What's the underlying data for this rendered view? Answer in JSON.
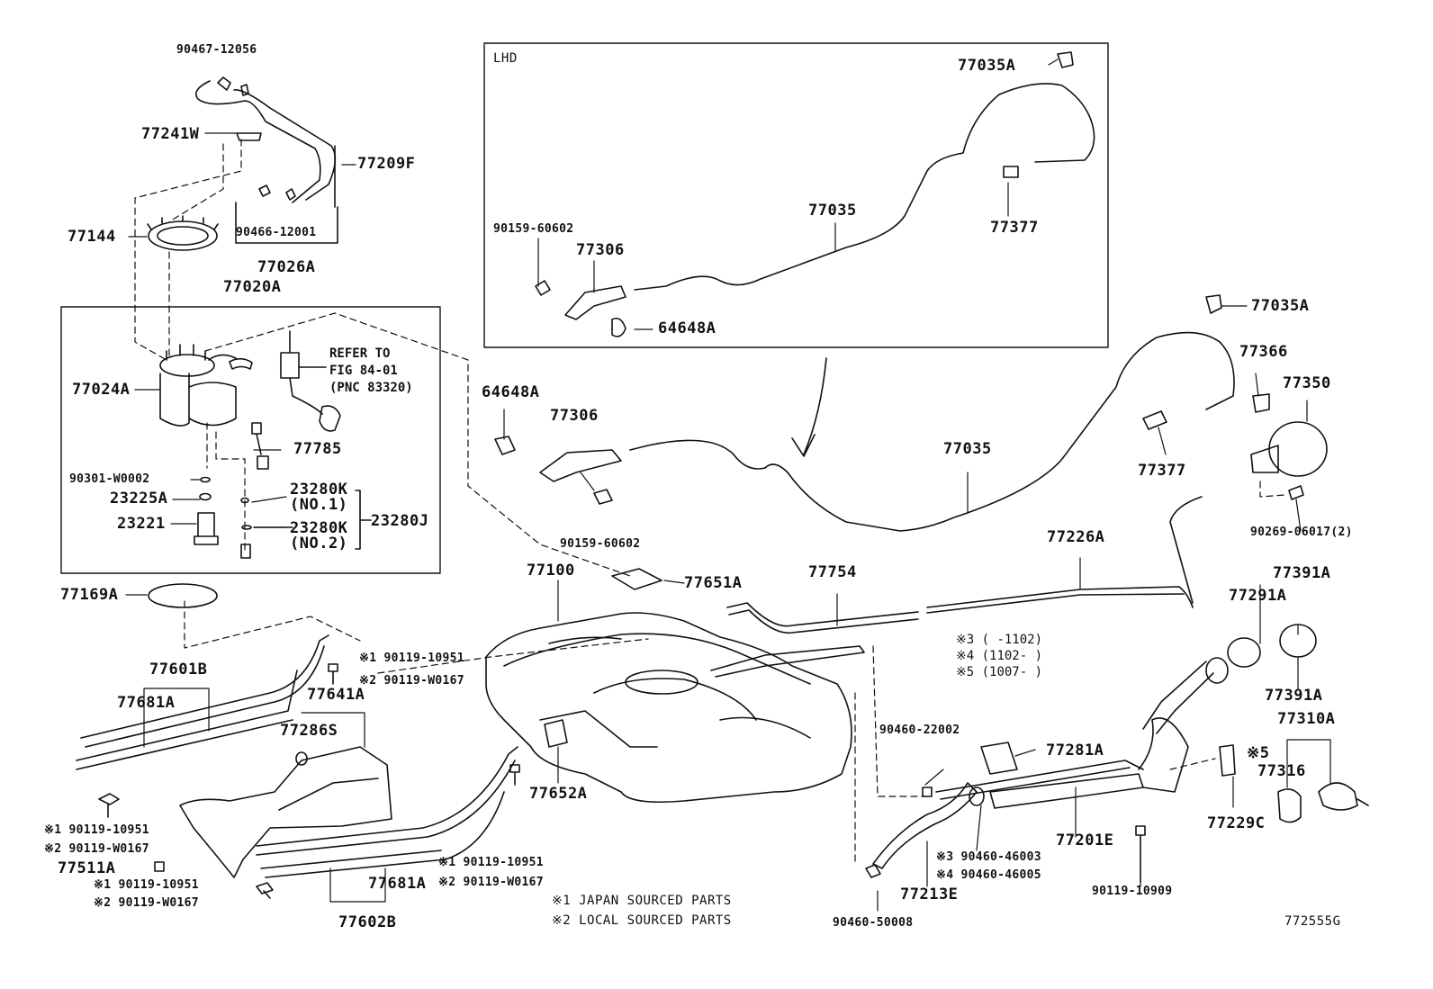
{
  "diagram": {
    "inset_label": "LHD",
    "figure_code": "772555G",
    "refer_note": [
      "REFER TO",
      "FIG 84-01",
      "(PNC 83320)"
    ],
    "footnotes": [
      "※1 JAPAN SOURCED PARTS",
      "※2 LOCAL SOURCED PARTS"
    ],
    "date_notes": [
      "※3 (    -1102)",
      "※4 (1102-    )",
      "※5 (1007-    )"
    ]
  },
  "part_labels": [
    "90467-12056",
    "77241W",
    "77209F",
    "77144",
    "90466-12001",
    "77026A",
    "77020A",
    "77024A",
    "77785",
    "90301-W0002",
    "23225A",
    "23221",
    "23280K",
    "(NO.1)",
    "23280K",
    "(NO.2)",
    "23280J",
    "77169A",
    "77601B",
    "77681A",
    "※1 90119-10951",
    "※2 90119-W0167",
    "77641A",
    "77286S",
    "※1 90119-10951",
    "※2 90119-W0167",
    "77511A",
    "※1 90119-10951",
    "※2 90119-W0167",
    "77602B",
    "77681A",
    "※1 90119-10951",
    "※2 90119-W0167",
    "77652A",
    "77100",
    "77651A",
    "77754",
    "77226A",
    "77035A",
    "77035",
    "77377",
    "90159-60602",
    "77306",
    "64648A",
    "64648A",
    "77306",
    "90159-60602",
    "77035",
    "77377",
    "77035A",
    "77366",
    "77350",
    "90269-06017(2)",
    "77291A",
    "77391A",
    "77391A",
    "77310A",
    "※5",
    "77316",
    "77229C",
    "90460-22002",
    "77281A",
    "77201E",
    "※3 90460-46003",
    "※4 90460-46005",
    "90119-10909",
    "77213E",
    "90460-50008"
  ]
}
